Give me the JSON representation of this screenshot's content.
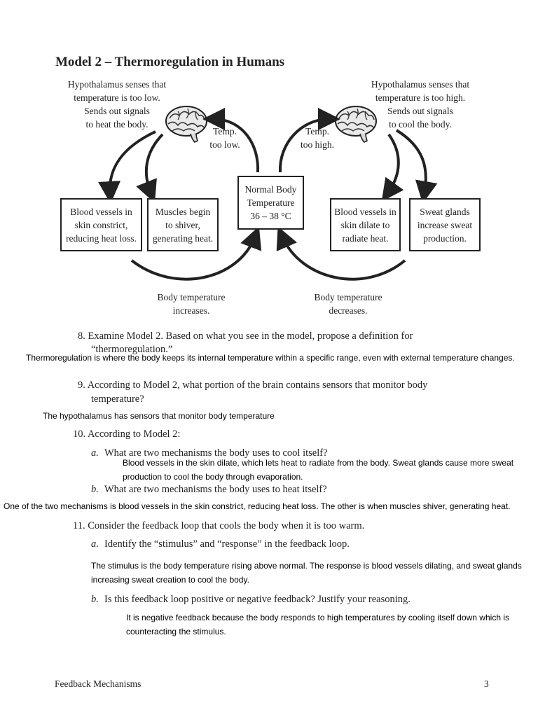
{
  "model": {
    "title": "Model 2 – Thermoregulation in Humans",
    "left_caption": "Hypothalamus senses that\ntemperature is too low.\nSends out signals\nto heat the body.",
    "right_caption": "Hypothalamus senses that\ntemperature is too high.\nSends out signals\nto cool the body.",
    "temp_low": "Temp.\ntoo low.",
    "temp_high": "Temp.\ntoo high.",
    "center_box": "Normal Body\nTemperature\n36 – 38 °C",
    "box_constrict": "Blood vessels in\nskin constrict,\nreducing heat loss.",
    "box_shiver": "Muscles begin\nto shiver,\ngenerating heat.",
    "box_dilate": "Blood vessels in\nskin dilate to\nradiate heat.",
    "box_sweat": "Sweat glands\nincrease sweat\nproduction.",
    "increases": "Body temperature\nincreases.",
    "decreases": "Body temperature\ndecreases."
  },
  "questions": {
    "q8_line1": "8.  Examine Model 2. Based on what you see in the model, propose a definition for",
    "q8_line2": "“thermoregulation.”",
    "a8": "Thermoregulation is where the body keeps its internal temperature within a specific range, even with external temperature changes.",
    "q9_line1": "9.  According to Model 2, what portion of the brain contains sensors that monitor body",
    "q9_line2": "temperature?",
    "a9": "The hypothalamus has sensors that monitor body temperature",
    "q10": "10.  According to Model 2:",
    "q10a_letter": "a.",
    "q10a": "What are two mechanisms the body uses to cool itself?",
    "a10a": "Blood vessels in the skin dilate, which lets heat to radiate from the body. Sweat glands cause more sweat production to cool the body through evaporation.",
    "q10b_letter": "b.",
    "q10b": "What are two mechanisms the body uses to heat itself?",
    "a10b": "One of the two mechanisms is blood vessels in the skin constrict, reducing heat loss. The other is when muscles shiver, generating heat.",
    "q11": "11.  Consider the feedback loop that cools the body when it is too warm.",
    "q11a_letter": "a.",
    "q11a": "Identify the “stimulus” and “response” in the feedback loop.",
    "a11a": "The stimulus is the body temperature rising above normal. The response is blood vessels dilating, and sweat glands increasing sweat creation to cool the body.",
    "q11b_letter": "b.",
    "q11b": "Is this feedback loop positive or negative feedback? Justify your reasoning.",
    "a11b": "It is negative feedback because the body responds to high temperatures by cooling itself down which is counteracting the stimulus."
  },
  "footer": {
    "left": "Feedback Mechanisms",
    "page": "3"
  },
  "icons": {
    "brain": "brain-icon",
    "arrow": "curved-arrow"
  }
}
